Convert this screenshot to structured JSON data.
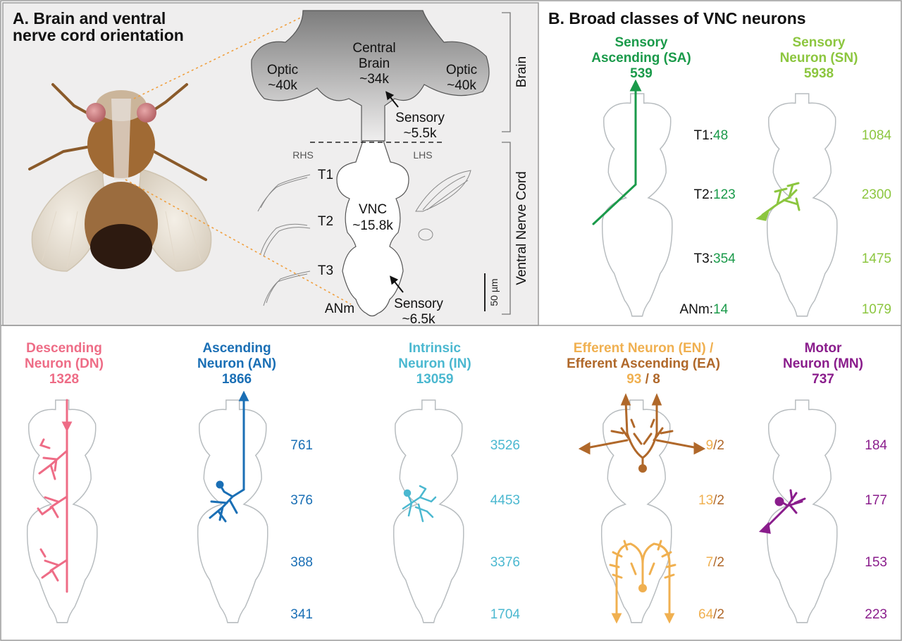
{
  "panel_a": {
    "title_line1": "A. Brain and ventral",
    "title_line2": "nerve cord orientation",
    "optic_left": "Optic",
    "optic_left_count": "~40k",
    "central_brain_line1": "Central",
    "central_brain_line2": "Brain",
    "central_brain_count": "~34k",
    "optic_right": "Optic",
    "optic_right_count": "~40k",
    "sensory_brain": "Sensory",
    "sensory_brain_count": "~5.5k",
    "rhs": "RHS",
    "lhs": "LHS",
    "t1": "T1",
    "t2": "T2",
    "t3": "T3",
    "vnc": "VNC",
    "vnc_count": "~15.8k",
    "anm": "ANm",
    "sensory_vnc": "Sensory",
    "sensory_vnc_count": "~6.5k",
    "scale_bar": "50 µm",
    "brain_bracket": "Brain",
    "vnc_bracket": "Ventral Nerve Cord"
  },
  "panel_b": {
    "title": "B. Broad classes of VNC neurons",
    "sa": {
      "name_line1": "Sensory",
      "name_line2": "Ascending (SA)",
      "total": "539",
      "rows": [
        {
          "seg": "T1: ",
          "val": "48"
        },
        {
          "seg": "T2: ",
          "val": "123"
        },
        {
          "seg": "T3: ",
          "val": "354"
        },
        {
          "seg": "ANm: ",
          "val": "14"
        }
      ]
    },
    "sn": {
      "name_line1": "Sensory",
      "name_line2": "Neuron (SN)",
      "total": "5938",
      "values": [
        "1084",
        "2300",
        "1475",
        "1079"
      ]
    }
  },
  "bottom": {
    "dn": {
      "line1": "Descending",
      "line2": "Neuron (DN)",
      "total": "1328",
      "values": []
    },
    "an": {
      "line1": "Ascending",
      "line2": "Neuron (AN)",
      "total": "1866",
      "values": [
        "761",
        "376",
        "388",
        "341"
      ]
    },
    "in": {
      "line1": "Intrinsic",
      "line2": "Neuron (IN)",
      "total": "13059",
      "values": [
        "3526",
        "4453",
        "3376",
        "1704"
      ]
    },
    "en": {
      "line1": "Efferent Neuron (EN) /",
      "line2": "Efferent Ascending (EA)",
      "total_en": "93",
      "total_sep": " / ",
      "total_ea": "8",
      "rows": [
        {
          "en": "9",
          "ea": "2"
        },
        {
          "en": "13",
          "ea": "2"
        },
        {
          "en": "7",
          "ea": "2"
        },
        {
          "en": "64",
          "ea": "2"
        }
      ]
    },
    "mn": {
      "line1": "Motor",
      "line2": "Neuron (MN)",
      "total": "737",
      "values": [
        "184",
        "177",
        "153",
        "223"
      ]
    }
  },
  "colors": {
    "sa": "#1a9a4a",
    "sn": "#8cc63f",
    "dn": "#ee6c86",
    "an": "#1a6fb5",
    "in": "#4bb8d0",
    "en": "#f0b050",
    "ea": "#b0682a",
    "mn": "#8a1d8c",
    "outline": "#b7bcbf",
    "panel_a_bg": "#efeeee",
    "brain_grey": "#8a8a8a"
  }
}
